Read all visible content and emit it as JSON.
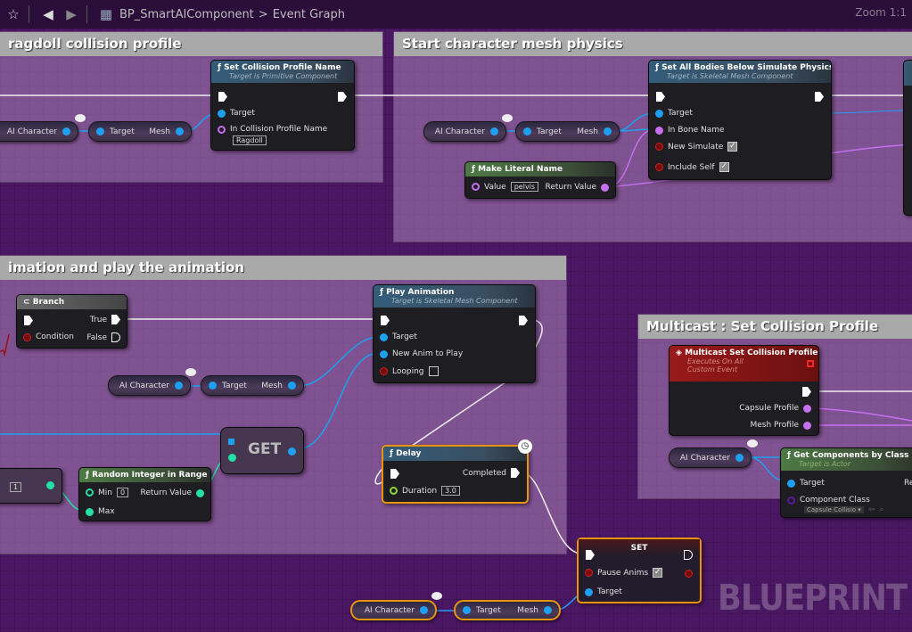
{
  "toolbar": {
    "breadcrumb_asset": "BP_SmartAIComponent",
    "breadcrumb_sep": ">",
    "breadcrumb_graph": "Event Graph",
    "zoom": "Zoom 1:1"
  },
  "comments": [
    "ragdoll collision profile",
    "Start character mesh physics",
    "imation and play the animation",
    "Multicast : Set Collision Profile"
  ],
  "var_ai": "AI Character",
  "pin_target": "Target",
  "pin_mesh": "Mesh",
  "set_collision": {
    "title": "Set Collision Profile Name",
    "sub": "Target is Primitive Component",
    "target": "Target",
    "profile": "In Collision Profile Name",
    "profile_value": "Ragdoll"
  },
  "set_bodies": {
    "title": "Set All Bodies Below Simulate Physics",
    "sub": "Target is Skeletal Mesh Component",
    "target": "Target",
    "bone": "In Bone Name",
    "simulate": "New Simulate",
    "include": "Include Self"
  },
  "literal": {
    "title": "Make Literal Name",
    "value": "Value",
    "value_text": "pelvis",
    "ret": "Return Value"
  },
  "branch": {
    "title": "Branch",
    "true": "True",
    "condition": "Condition",
    "false": "False"
  },
  "play": {
    "title": "Play Animation",
    "sub": "Target is Skeletal Mesh Component",
    "target": "Target",
    "anim": "New Anim to Play",
    "loop": "Looping"
  },
  "get": {
    "label": "GET"
  },
  "partial": {
    "value": "1"
  },
  "random": {
    "title": "Random Integer in Range",
    "min": "Min",
    "min_value": "0",
    "ret": "Return Value",
    "max": "Max"
  },
  "delay": {
    "title": "Delay",
    "completed": "Completed",
    "duration": "Duration",
    "duration_value": "3.0"
  },
  "multicast": {
    "title": "Multicast Set Collision Profile",
    "sub1": "Executes On All",
    "sub2": "Custom Event",
    "capsule": "Capsule Profile",
    "mesh": "Mesh Profile"
  },
  "getcomp": {
    "title": "Get Components by Class",
    "sub": "Target is Actor",
    "target": "Target",
    "cls": "Component Class",
    "cls_value": "Capsule Collisio",
    "ret": "Re"
  },
  "set": {
    "title": "SET",
    "pause": "Pause Anims",
    "target": "Target"
  },
  "watermark": "BLUEPRINT"
}
